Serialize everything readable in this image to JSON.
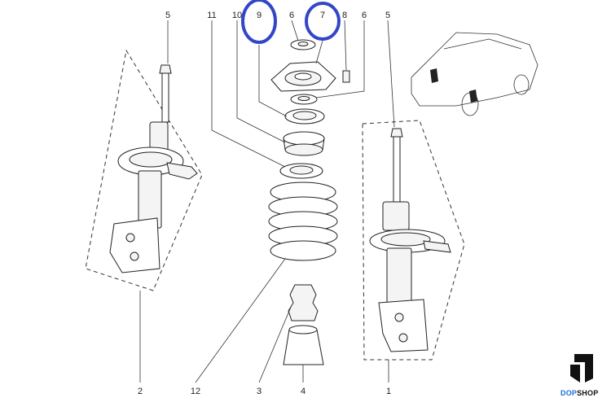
{
  "labels": [
    {
      "id": "callout-5-left",
      "text": "5"
    },
    {
      "id": "callout-11",
      "text": "11"
    },
    {
      "id": "callout-10",
      "text": "10"
    },
    {
      "id": "callout-9",
      "text": "9"
    },
    {
      "id": "callout-6-top",
      "text": "6"
    },
    {
      "id": "callout-7",
      "text": "7"
    },
    {
      "id": "callout-8",
      "text": "8"
    },
    {
      "id": "callout-6-right",
      "text": "6"
    },
    {
      "id": "callout-5-right",
      "text": "5"
    },
    {
      "id": "callout-2",
      "text": "2"
    },
    {
      "id": "callout-12",
      "text": "12"
    },
    {
      "id": "callout-3",
      "text": "3"
    },
    {
      "id": "callout-4",
      "text": "4"
    },
    {
      "id": "callout-1",
      "text": "1"
    }
  ],
  "highlight_color": "#3346c8",
  "brand": {
    "part1": "DOP",
    "part2": "SHOP",
    "color1": "#1f6fd6",
    "color2": "#111111"
  }
}
